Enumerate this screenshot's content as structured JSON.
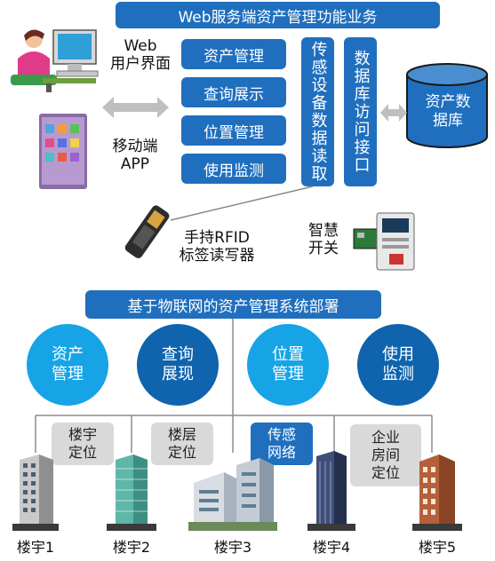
{
  "top": {
    "title": "Web服务端资产管理功能业务",
    "functions": [
      "资产管理",
      "查询展示",
      "位置管理",
      "使用监测"
    ],
    "sensor": "传感设备数据读取",
    "db_access": "数据库访问接口",
    "database": "资产数据库",
    "web_ui": "Web\n用户界面",
    "mobile": "移动端\nAPP",
    "rfid": "手持RFID\n标签读写器",
    "smart_switch": "智慧\n开关"
  },
  "bottom": {
    "title": "基于物联网的资产管理系统部署",
    "circles": [
      "资产\n管理",
      "查询\n展现",
      "位置\n管理",
      "使用\n监测"
    ],
    "tags": [
      "楼宇\n定位",
      "楼层\n定位",
      "传感\n网络",
      "企业\n房间\n定位"
    ],
    "buildings": [
      "楼宇1",
      "楼宇2",
      "楼宇3",
      "楼宇4",
      "楼宇5"
    ]
  },
  "colors": {
    "blue": "#1f6fbe",
    "light_blue": "#16a4e6",
    "dark_blue": "#0f64ad",
    "gray": "#d9d9d9"
  }
}
